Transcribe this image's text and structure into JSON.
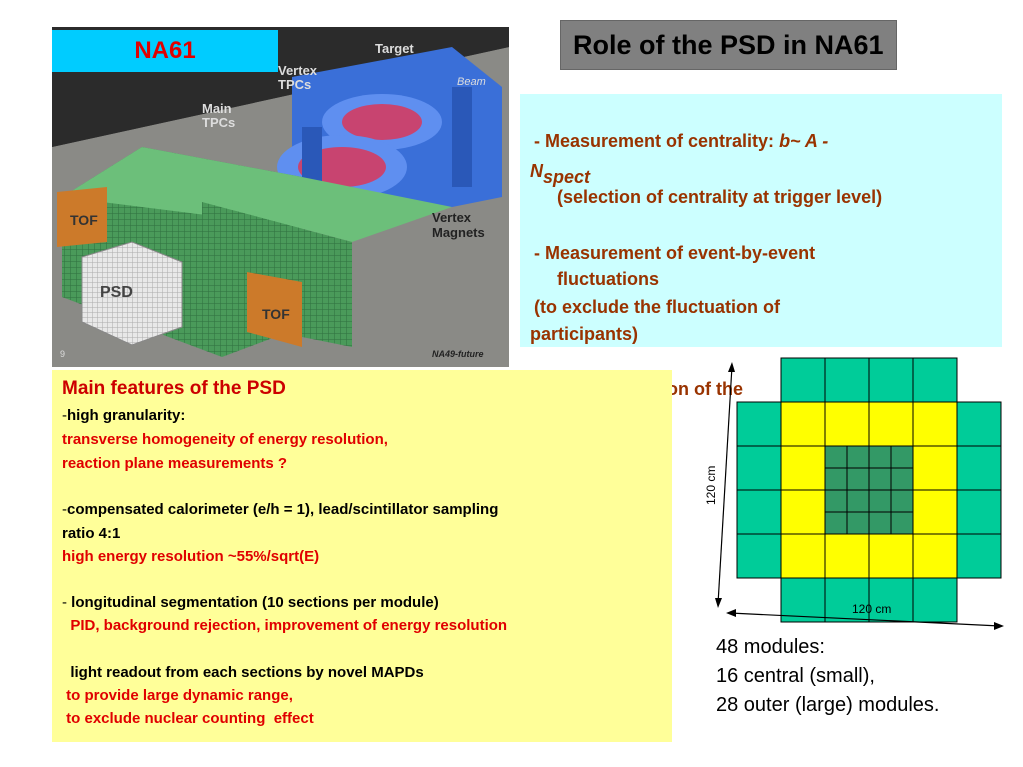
{
  "na61_label": "NA61",
  "title": "Role of the PSD in NA61",
  "photo": {
    "labels": {
      "target": "Target",
      "beam": "Beam",
      "vertex_tpcs_1": "Vertex",
      "vertex_tpcs_2": "TPCs",
      "main_tpcs_1": "Main",
      "main_tpcs_2": "TPCs",
      "vertex_magnets_1": "Vertex",
      "vertex_magnets_2": "Magnets",
      "tof_left": "TOF",
      "tof_right": "TOF",
      "psd": "PSD",
      "credit": "NA49-future",
      "page_no": "9"
    }
  },
  "role_box": {
    "line1_prefix": " - Measurement of centrality: ",
    "line1_formula": "b~ A -",
    "line2_n": "N",
    "line2_sub": "spect",
    "line3": "(selection of centrality at trigger level)",
    "line4": " - Measurement of  event-by-event",
    "line5": "fluctuations",
    "line6": " (to exclude the fluctuation of",
    "line7": "participants)"
  },
  "hidden_line": "ction of the",
  "features": {
    "heading": "Main features of the PSD",
    "dash1": "-",
    "item1": "high granularity:",
    "item1_a": "transverse homogeneity of energy resolution,",
    "item1_b": "reaction plane measurements ?",
    "dash2": "-",
    "item2": "compensated calorimeter (e/h = 1), lead/scintillator sampling",
    "item2_cont": "ratio 4:1",
    "item2_a": "high energy resolution ~55%/sqrt(E)",
    "dash3": "- ",
    "item3": "longitudinal segmentation (10 sections per module)",
    "item3_a": "  PID, background rejection, improvement of energy resolution",
    "item4": "  light readout from each sections by novel MAPDs",
    "item4_a": " to provide large dynamic range,",
    "item4_b": " to exclude nuclear counting  effect"
  },
  "grid": {
    "vertical_dim": "120 cm",
    "horizontal_dim": "120 cm",
    "colors": {
      "outer": "#00cc99",
      "ring": "#ffff00",
      "central": "#339966"
    }
  },
  "modules": {
    "line1": "48 modules:",
    "line2": "16 central (small),",
    "line3": "28 outer (large) modules."
  }
}
